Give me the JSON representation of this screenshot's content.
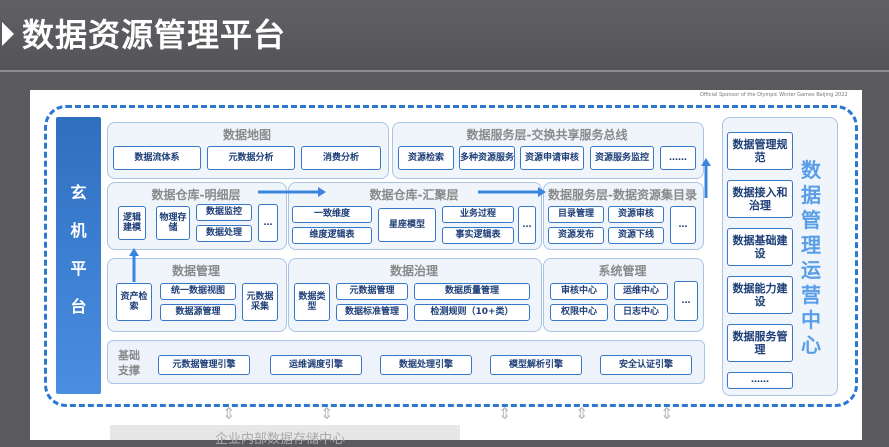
{
  "title": "数据资源管理平台",
  "sponsor": "Official Sponsor of the Olympic Winter Games Beijing 2022",
  "sidebar": [
    "玄",
    "机",
    "平",
    "台"
  ],
  "data_map": {
    "title": "数据地图",
    "items": [
      "数据流体系",
      "元数据分析",
      "消费分析"
    ]
  },
  "service_exchange": {
    "title": "数据服务层-交换共享服务总线",
    "items": [
      "资源检索",
      "多种资源服务",
      "资源申请审核",
      "资源服务监控",
      "……"
    ]
  },
  "warehouse_detail": {
    "title": "数据仓库-明细层",
    "items": [
      "逻辑建模",
      "物理存储",
      "数据监控",
      "数据处理",
      "…"
    ]
  },
  "warehouse_summary": {
    "title": "数据仓库-汇聚层",
    "items": [
      "一致维度",
      "维度逻辑表",
      "星座模型",
      "业务过程",
      "事实逻辑表",
      "…"
    ]
  },
  "service_catalog": {
    "title": "数据服务层-数据资源集目录",
    "items": [
      "目录管理",
      "资源审核",
      "资源发布",
      "资源下线",
      "…"
    ]
  },
  "data_management": {
    "title": "数据管理",
    "items": [
      "资产检索",
      "统一数据视图",
      "数据源管理",
      "元数据采集"
    ]
  },
  "data_governance": {
    "title": "数据治理",
    "items": [
      "数据类型",
      "元数据管理",
      "数据质量管理",
      "数据标准管理",
      "检测规则（10+类）"
    ]
  },
  "system_management": {
    "title": "系统管理",
    "items": [
      "审核中心",
      "运维中心",
      "权限中心",
      "日志中心",
      "…"
    ]
  },
  "base_support": {
    "label": "基础支撑",
    "items": [
      "元数据管理引擎",
      "运维调度引擎",
      "数据处理引擎",
      "模型解析引擎",
      "安全认证引擎"
    ]
  },
  "right_column": {
    "items": [
      "数据管理规范",
      "数据接入和治理",
      "数据基础建设",
      "数据能力建设",
      "数据服务管理",
      "……"
    ],
    "vertical_title": "数据管理运营中心"
  },
  "bottom_text": "企业内部数据存储中心"
}
